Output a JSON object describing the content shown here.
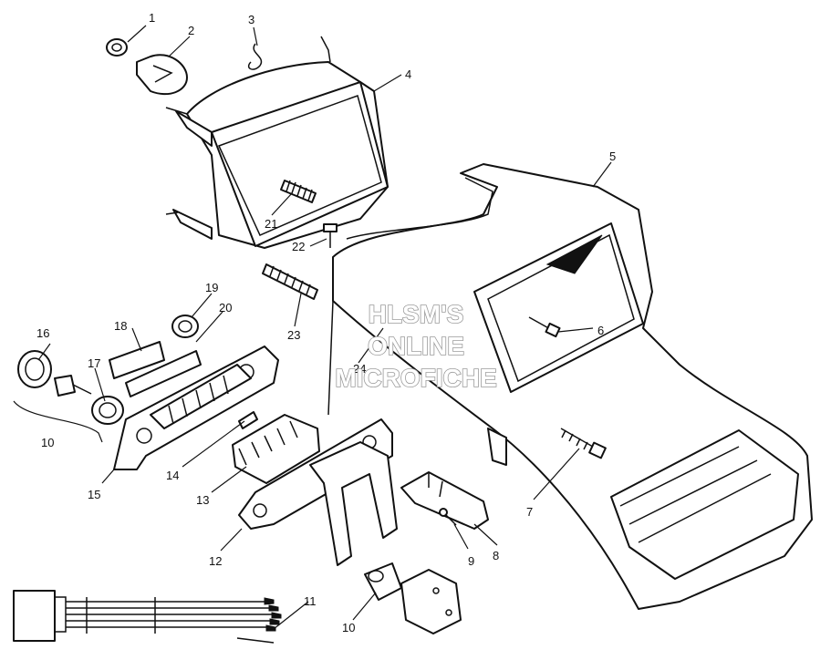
{
  "callouts": [
    "1",
    "2",
    "3",
    "4",
    "5",
    "6",
    "7",
    "8",
    "9",
    "10",
    "10",
    "11",
    "12",
    "13",
    "14",
    "15",
    "16",
    "17",
    "18",
    "19",
    "20",
    "21",
    "22",
    "23",
    "24"
  ],
  "watermark": {
    "line1": "HLSM'S",
    "line2": "ONLINE",
    "line3": "MICROFICHE"
  }
}
